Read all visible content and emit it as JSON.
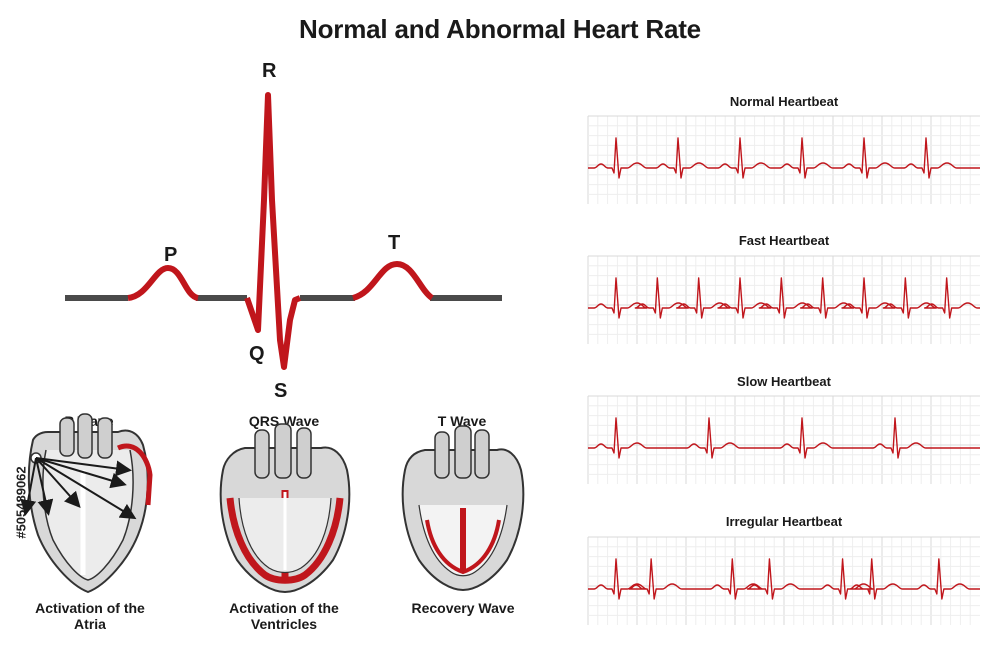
{
  "title": "Normal and Abnormal Heart Rate",
  "waves": {
    "p": "P",
    "q": "Q",
    "r": "R",
    "s": "S",
    "t": "T"
  },
  "hearts": [
    {
      "title": "P Wave",
      "caption_line1": "Activation of the",
      "caption_line2": "Atria"
    },
    {
      "title": "QRS Wave",
      "caption_line1": "Activation of the",
      "caption_line2": "Ventricles"
    },
    {
      "title": "T Wave",
      "caption_line1": "Recovery Wave",
      "caption_line2": ""
    }
  ],
  "strips": [
    {
      "title": "Normal Heartbeat",
      "beats": 6
    },
    {
      "title": "Fast Heartbeat",
      "beats": 9
    },
    {
      "title": "Slow Heartbeat",
      "beats": 4
    },
    {
      "title": "Irregular Heartbeat",
      "beats": 7
    }
  ],
  "side_id": "#505489062",
  "colors": {
    "red": "#c0161c",
    "baseline": "#4a4a4a",
    "grid_minor": "#eeeeee",
    "grid_major": "#d8d8d8",
    "heart_fill": "#d8d8d8",
    "heart_stroke": "#333333"
  }
}
